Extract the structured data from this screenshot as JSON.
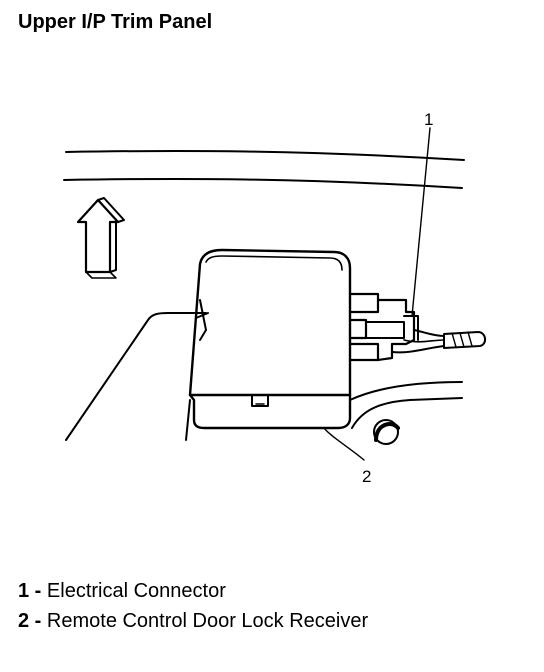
{
  "title": "Upper I/P Trim Panel",
  "callouts": [
    {
      "number": "1"
    },
    {
      "number": "2"
    }
  ],
  "legend": [
    {
      "number": "1",
      "separator": " - ",
      "text": "Electrical Connector"
    },
    {
      "number": "2",
      "separator": " - ",
      "text": "Remote Control Door Lock Receiver"
    }
  ]
}
